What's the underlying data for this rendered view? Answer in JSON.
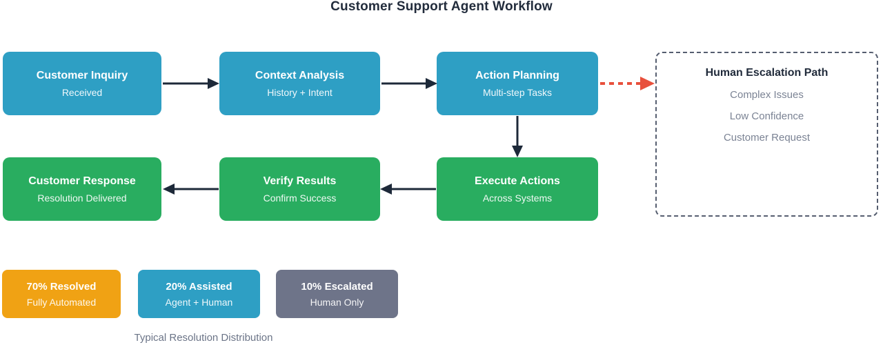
{
  "title": "Customer Support Agent Workflow",
  "flow": {
    "top_row": [
      {
        "title": "Customer Inquiry",
        "subtitle": "Received"
      },
      {
        "title": "Context Analysis",
        "subtitle": "History + Intent"
      },
      {
        "title": "Action Planning",
        "subtitle": "Multi-step Tasks"
      }
    ],
    "bottom_row": [
      {
        "title": "Customer Response",
        "subtitle": "Resolution Delivered"
      },
      {
        "title": "Verify Results",
        "subtitle": "Confirm Success"
      },
      {
        "title": "Execute Actions",
        "subtitle": "Across Systems"
      }
    ]
  },
  "escalation": {
    "title": "Human Escalation Path",
    "reasons": [
      "Complex Issues",
      "Low Confidence",
      "Customer Request"
    ]
  },
  "legend": {
    "items": [
      {
        "title": "70% Resolved",
        "subtitle": "Fully Automated",
        "color": "#f0a214"
      },
      {
        "title": "20% Assisted",
        "subtitle": "Agent + Human",
        "color": "#2e9fc4"
      },
      {
        "title": "10% Escalated",
        "subtitle": "Human Only",
        "color": "#6e7489"
      }
    ],
    "caption": "Typical Resolution Distribution"
  },
  "colors": {
    "node_blue": "#2e9fc4",
    "node_green": "#29ad60",
    "arrow": "#1d2939",
    "escalation_arrow_red": "#e8503c",
    "escalation_border": "#555d6f",
    "title_text": "#222c3c",
    "muted_text": "#7b8394"
  }
}
